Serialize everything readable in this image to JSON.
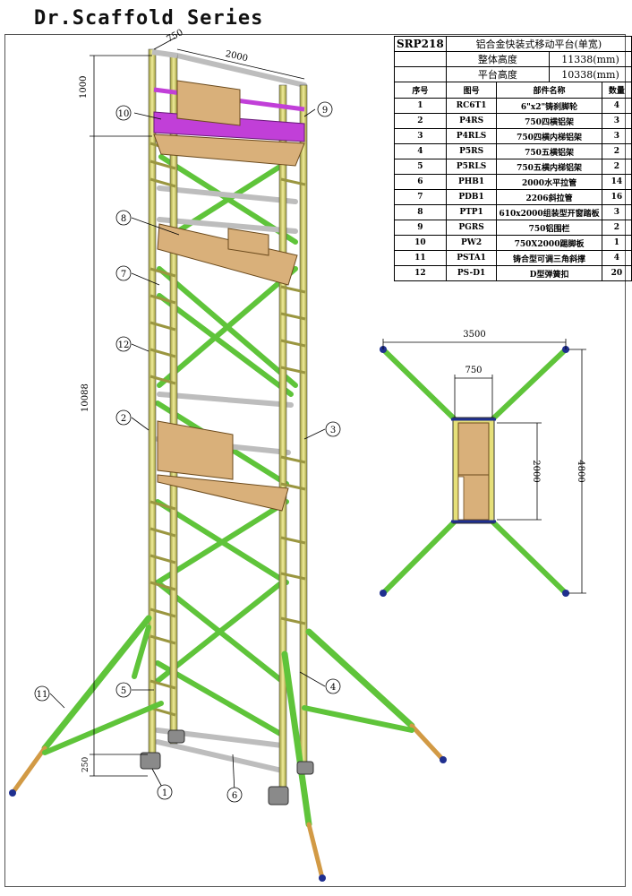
{
  "title": "Dr.Scaffold Series",
  "table": {
    "model": "SRP218",
    "name": "铝合金快装式移动平台(单宽)",
    "overall_height_label": "整体高度",
    "overall_height_value": "11338(mm)",
    "platform_height_label": "平台高度",
    "platform_height_value": "10338(mm)",
    "headers": [
      "序号",
      "图号",
      "部件名称",
      "数量"
    ],
    "rows": [
      [
        "1",
        "RC6T1",
        "6\"x2\"铸刹脚轮",
        "4"
      ],
      [
        "2",
        "P4RS",
        "750四横铝架",
        "3"
      ],
      [
        "3",
        "P4RLS",
        "750四横内梯铝架",
        "3"
      ],
      [
        "4",
        "P5RS",
        "750五横铝架",
        "2"
      ],
      [
        "5",
        "P5RLS",
        "750五横内梯铝架",
        "2"
      ],
      [
        "6",
        "PHB1",
        "2000水平拉管",
        "14"
      ],
      [
        "7",
        "PDB1",
        "2206斜拉管",
        "16"
      ],
      [
        "8",
        "PTP1",
        "610x2000组装型开窗踏板",
        "3"
      ],
      [
        "9",
        "PGRS",
        "750铝围栏",
        "2"
      ],
      [
        "10",
        "PW2",
        "750X2000踢脚板",
        "1"
      ],
      [
        "11",
        "PSTA1",
        "铸合型可调三角斜撑",
        "4"
      ],
      [
        "12",
        "PS-D1",
        "D型弹簧扣",
        "20"
      ]
    ]
  },
  "dims": {
    "d750": "750",
    "d2000": "2000",
    "d1000": "1000",
    "d10088": "10088",
    "d250": "250",
    "d3500": "3500",
    "d750b": "750",
    "d2000b": "2000",
    "d4800": "4800"
  },
  "callouts": [
    "1",
    "2",
    "3",
    "4",
    "5",
    "6",
    "7",
    "8",
    "9",
    "10",
    "11",
    "12"
  ],
  "colors": {
    "green": "#6fd14a",
    "yellow": "#e6e07a",
    "magenta": "#c13fd8",
    "wood": "#d9b07a",
    "grey": "#c9c9c9",
    "navy": "#1f2f8f"
  }
}
